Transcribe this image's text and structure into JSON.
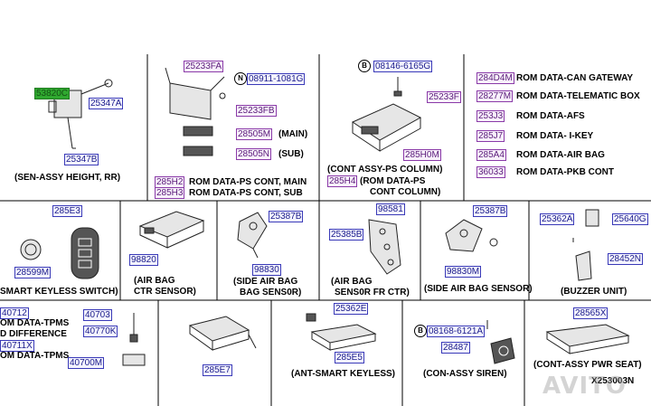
{
  "row1": {
    "sen_assy": {
      "parts": [
        "53820C",
        "25347A",
        "25347B"
      ],
      "caption": "(SEN-ASSY HEIGHT, RR)"
    },
    "ps_cont": {
      "parts": [
        "25233FA",
        "08911-1081G",
        "25233FB",
        "28505M",
        "28505N"
      ],
      "symbol": "N",
      "main_label": "(MAIN)",
      "sub_label": "(SUB)",
      "rom_codes": [
        "285H2",
        "285H3"
      ],
      "rom_texts": [
        "ROM DATA-PS CONT, MAIN",
        "ROM DATA-PS CONT, SUB"
      ]
    },
    "cont_assy": {
      "parts": [
        "08146-6165G",
        "25233F",
        "285H0M",
        "285H4"
      ],
      "symbol": "B",
      "caption": "(CONT ASSY-PS COLUMN)",
      "rom_text_1": "(ROM DATA-PS",
      "rom_text_2": "CONT COLUMN)"
    },
    "rom_list": [
      {
        "code": "284D4M",
        "text": "ROM DATA-CAN GATEWAY"
      },
      {
        "code": "28277M",
        "text": "ROM DATA-TELEMATIC BOX"
      },
      {
        "code": "253J3",
        "text": "ROM DATA-AFS"
      },
      {
        "code": "285J7",
        "text": "ROM DATA- I-KEY"
      },
      {
        "code": "285A4",
        "text": "ROM DATA-AIR BAG"
      },
      {
        "code": "36033",
        "text": "ROM DATA-PKB CONT"
      }
    ]
  },
  "row2": {
    "keyless": {
      "parts": [
        "285E3",
        "28599M"
      ],
      "caption": "SMART KEYLESS SWITCH)"
    },
    "airbag_ctr": {
      "part": "98820",
      "caption_1": "(AIR BAG",
      "caption_2": "CTR SENSOR)"
    },
    "side_airbag_1": {
      "parts": [
        "25387B",
        "98830"
      ],
      "caption_1": "(SIDE AIR BAG",
      "caption_2": "BAG SENS0R)"
    },
    "airbag_fr": {
      "parts": [
        "98581",
        "25385B"
      ],
      "caption_1": "(AIR BAG",
      "caption_2": "SENS0R FR CTR)"
    },
    "side_airbag_2": {
      "parts": [
        "25387B",
        "98830M"
      ],
      "caption": "(SIDE AIR BAG SENSOR)"
    },
    "buzzer": {
      "parts": [
        "25362A",
        "25640G",
        "28452N"
      ],
      "caption": "(BUZZER UNIT)"
    }
  },
  "row3": {
    "tpms": {
      "parts": [
        "40712",
        "40711X",
        "40703",
        "40770K",
        "40700M"
      ],
      "rom_1": "OM DATA-TPMS",
      "rom_2": "D DIFFERENCE",
      "rom_3": "OM DATA-TPMS"
    },
    "e7": {
      "part": "285E7"
    },
    "ant": {
      "parts": [
        "25362E",
        "285E5"
      ],
      "caption": "(ANT-SMART KEYLESS)"
    },
    "siren": {
      "parts": [
        "08168-6121A",
        "28487"
      ],
      "symbol": "B",
      "caption": "(CON-ASSY SIREN)"
    },
    "pwr_seat": {
      "part": "28565X",
      "caption": "(CONT-ASSY PWR SEAT)",
      "drawing_no": "X253003N"
    }
  },
  "watermark": "AVITO"
}
